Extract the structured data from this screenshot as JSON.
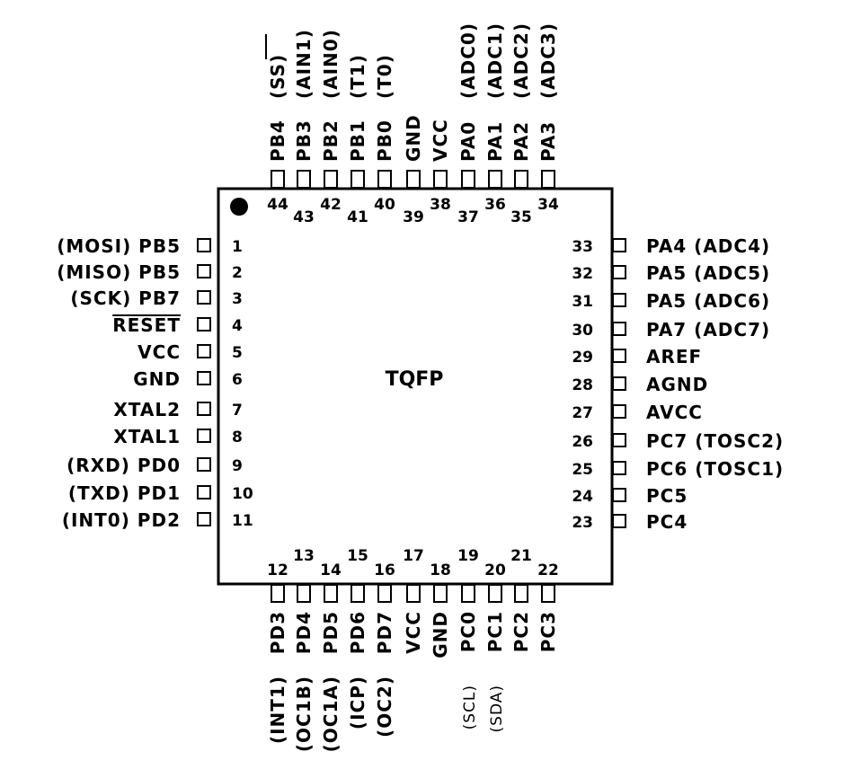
{
  "package_label": "TQFP",
  "colors": {
    "ink": "#000000",
    "background": "#ffffff"
  },
  "pins": {
    "left": [
      {
        "num": "1",
        "name": "PB5",
        "alt": "(MOSI)"
      },
      {
        "num": "2",
        "name": "PB5",
        "alt": "(MISO)"
      },
      {
        "num": "3",
        "name": "PB7",
        "alt": "(SCK)"
      },
      {
        "num": "4",
        "name": "RESET",
        "alt": "",
        "overline": true
      },
      {
        "num": "5",
        "name": "VCC",
        "alt": ""
      },
      {
        "num": "6",
        "name": "GND",
        "alt": ""
      },
      {
        "num": "7",
        "name": "XTAL2",
        "alt": ""
      },
      {
        "num": "8",
        "name": "XTAL1",
        "alt": ""
      },
      {
        "num": "9",
        "name": "PD0",
        "alt": "(RXD)"
      },
      {
        "num": "10",
        "name": "PD1",
        "alt": "(TXD)"
      },
      {
        "num": "11",
        "name": "PD2",
        "alt": "(INT0)"
      }
    ],
    "bottom": [
      {
        "num": "12",
        "name": "PD3",
        "alt": "(INT1)"
      },
      {
        "num": "13",
        "name": "PD4",
        "alt": "(OC1B)"
      },
      {
        "num": "14",
        "name": "PD5",
        "alt": "(OC1A)"
      },
      {
        "num": "15",
        "name": "PD6",
        "alt": "(ICP)"
      },
      {
        "num": "16",
        "name": "PD7",
        "alt": "(OC2)"
      },
      {
        "num": "17",
        "name": "VCC",
        "alt": ""
      },
      {
        "num": "18",
        "name": "GND",
        "alt": ""
      },
      {
        "num": "19",
        "name": "PC0",
        "alt": "(SCL)"
      },
      {
        "num": "20",
        "name": "PC1",
        "alt": "(SDA)"
      },
      {
        "num": "21",
        "name": "PC2",
        "alt": ""
      },
      {
        "num": "22",
        "name": "PC3",
        "alt": ""
      }
    ],
    "right": [
      {
        "num": "23",
        "name": "PC4",
        "alt": ""
      },
      {
        "num": "24",
        "name": "PC5",
        "alt": ""
      },
      {
        "num": "25",
        "name": "PC6",
        "alt": "(TOSC1)"
      },
      {
        "num": "26",
        "name": "PC7",
        "alt": "(TOSC2)"
      },
      {
        "num": "27",
        "name": "AVCC",
        "alt": ""
      },
      {
        "num": "28",
        "name": "AGND",
        "alt": ""
      },
      {
        "num": "29",
        "name": "AREF",
        "alt": ""
      },
      {
        "num": "30",
        "name": "PA7",
        "alt": "(ADC7)"
      },
      {
        "num": "31",
        "name": "PA5",
        "alt": "(ADC6)"
      },
      {
        "num": "32",
        "name": "PA5",
        "alt": "(ADC5)"
      },
      {
        "num": "33",
        "name": "PA4",
        "alt": "(ADC4)"
      }
    ],
    "top": [
      {
        "num": "34",
        "name": "PA3",
        "alt": "(ADC3)"
      },
      {
        "num": "35",
        "name": "PA2",
        "alt": "(ADC2)"
      },
      {
        "num": "36",
        "name": "PA1",
        "alt": "(ADC1)"
      },
      {
        "num": "37",
        "name": "PA0",
        "alt": "(ADC0)"
      },
      {
        "num": "38",
        "name": "VCC",
        "alt": ""
      },
      {
        "num": "39",
        "name": "GND",
        "alt": ""
      },
      {
        "num": "40",
        "name": "PB0",
        "alt": "(T0)"
      },
      {
        "num": "41",
        "name": "PB1",
        "alt": "(T1)"
      },
      {
        "num": "42",
        "name": "PB2",
        "alt": "(AIN0)"
      },
      {
        "num": "43",
        "name": "PB3",
        "alt": "(AIN1)"
      },
      {
        "num": "44",
        "name": "PB4",
        "alt": "(SS)",
        "alt_overline": "SS"
      }
    ]
  }
}
